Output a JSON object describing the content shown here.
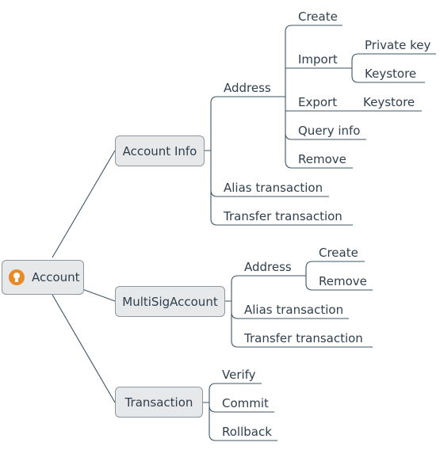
{
  "root": {
    "label": "Account",
    "icon": "lightbulb-icon"
  },
  "account_info": {
    "label": "Account Info",
    "address": {
      "label": "Address",
      "create": "Create",
      "import": {
        "label": "Import",
        "private_key": "Private key",
        "keystore": "Keystore"
      },
      "export": {
        "label": "Export",
        "keystore": "Keystore"
      },
      "query_info": "Query info",
      "remove": "Remove"
    },
    "alias_transaction": "Alias transaction",
    "transfer_transaction": "Transfer transaction"
  },
  "multisig_account": {
    "label": "MultiSigAccount",
    "address": {
      "label": "Address",
      "create": "Create",
      "remove": "Remove"
    },
    "alias_transaction": "Alias transaction",
    "transfer_transaction": "Transfer transaction"
  },
  "transaction": {
    "label": "Transaction",
    "verify": "Verify",
    "commit": "Commit",
    "rollback": "Rollback"
  },
  "colors": {
    "line": "#3d5466",
    "node_fill": "#e6e8ea",
    "node_border": "#8e979d",
    "icon": "#e98a25",
    "text": "#2f3f4c"
  }
}
